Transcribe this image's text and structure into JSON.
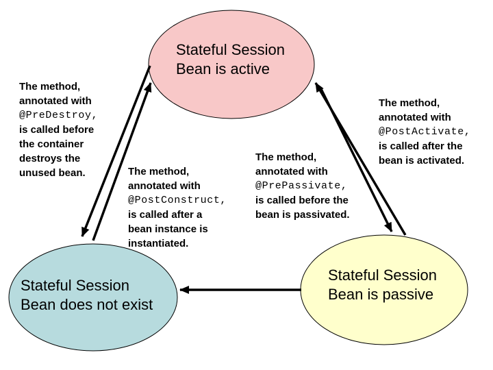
{
  "colors": {
    "background": "#ffffff",
    "active_fill": "#f8c8c8",
    "does_not_exist_fill": "#b7dbde",
    "passive_fill": "#ffffcc",
    "outline": "#000000",
    "arrow": "#000000",
    "text": "#000000"
  },
  "states": {
    "active": {
      "label_line1": "Stateful Session",
      "label_line2": "Bean is active"
    },
    "does_not_exist": {
      "label_line1": "Stateful Session",
      "label_line2": "Bean does not exist"
    },
    "passive": {
      "label_line1": "Stateful Session",
      "label_line2": "Bean is passive"
    }
  },
  "annotations": {
    "pre_destroy": {
      "lines": [
        "The method,",
        "annotated with",
        "@PreDestroy,",
        "is called before",
        "the container",
        "destroys the",
        "unused bean."
      ]
    },
    "post_construct": {
      "lines": [
        "The method,",
        "annotated with",
        "@PostConstruct,",
        "is called after a",
        "bean instance is",
        "instantiated."
      ]
    },
    "pre_passivate": {
      "lines": [
        "The method,",
        "annotated with",
        "@PrePassivate,",
        "is called before the",
        "bean is passivated."
      ]
    },
    "post_activate": {
      "lines": [
        "The method,",
        "annotated with",
        "@PostActivate,",
        "is called after the",
        "bean is activated."
      ]
    }
  }
}
